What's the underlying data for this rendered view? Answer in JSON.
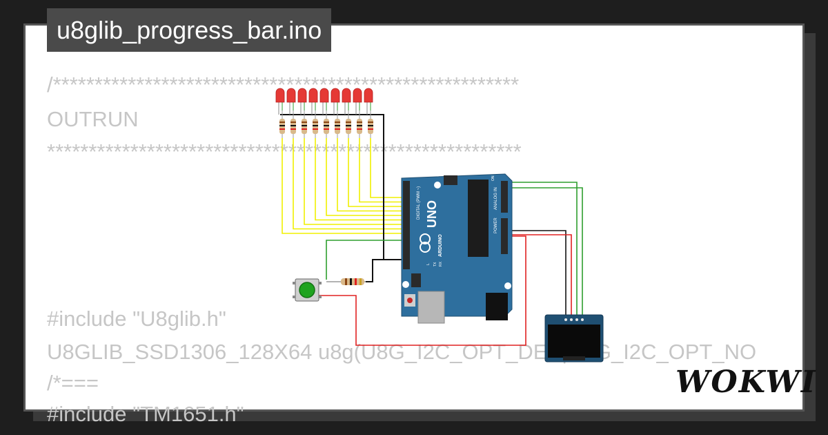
{
  "page": {
    "title": "u8glib_progress_bar.ino",
    "brand": "WOKWI"
  },
  "code_lines": [
    "/********************************************************",
    "OUTRUN",
    "*********************************************************",
    "#include \"U8glib.h\"",
    "U8GLIB_SSD1306_128X64 u8g(U8G_I2C_OPT_DEV|U8G_I2C_OPT_NO",
    "/*===",
    "#include \"TM1651.h\""
  ],
  "board": {
    "name": "UNO",
    "maker": "ARDUINO",
    "digital_label": "DIGITAL (PWM ~)",
    "analog_label": "ANALOG IN",
    "power_label": "POWER",
    "on_label": "ON",
    "tx_label": "TX",
    "rx_label": "RX",
    "l_label": "L"
  },
  "colors": {
    "background": "#1e1e1e",
    "card": "#ffffff",
    "title_bg": "#4a4a4a",
    "code_text": "#c6c6c6",
    "board": "#2e6f9e",
    "led": "#e53935",
    "wire_yellow": "#f0f000",
    "wire_green": "#2e9e2e",
    "wire_red": "#e02020",
    "wire_black": "#111111",
    "button": "#1fa31f"
  },
  "icons": {
    "logo": "wokwi-logo"
  }
}
